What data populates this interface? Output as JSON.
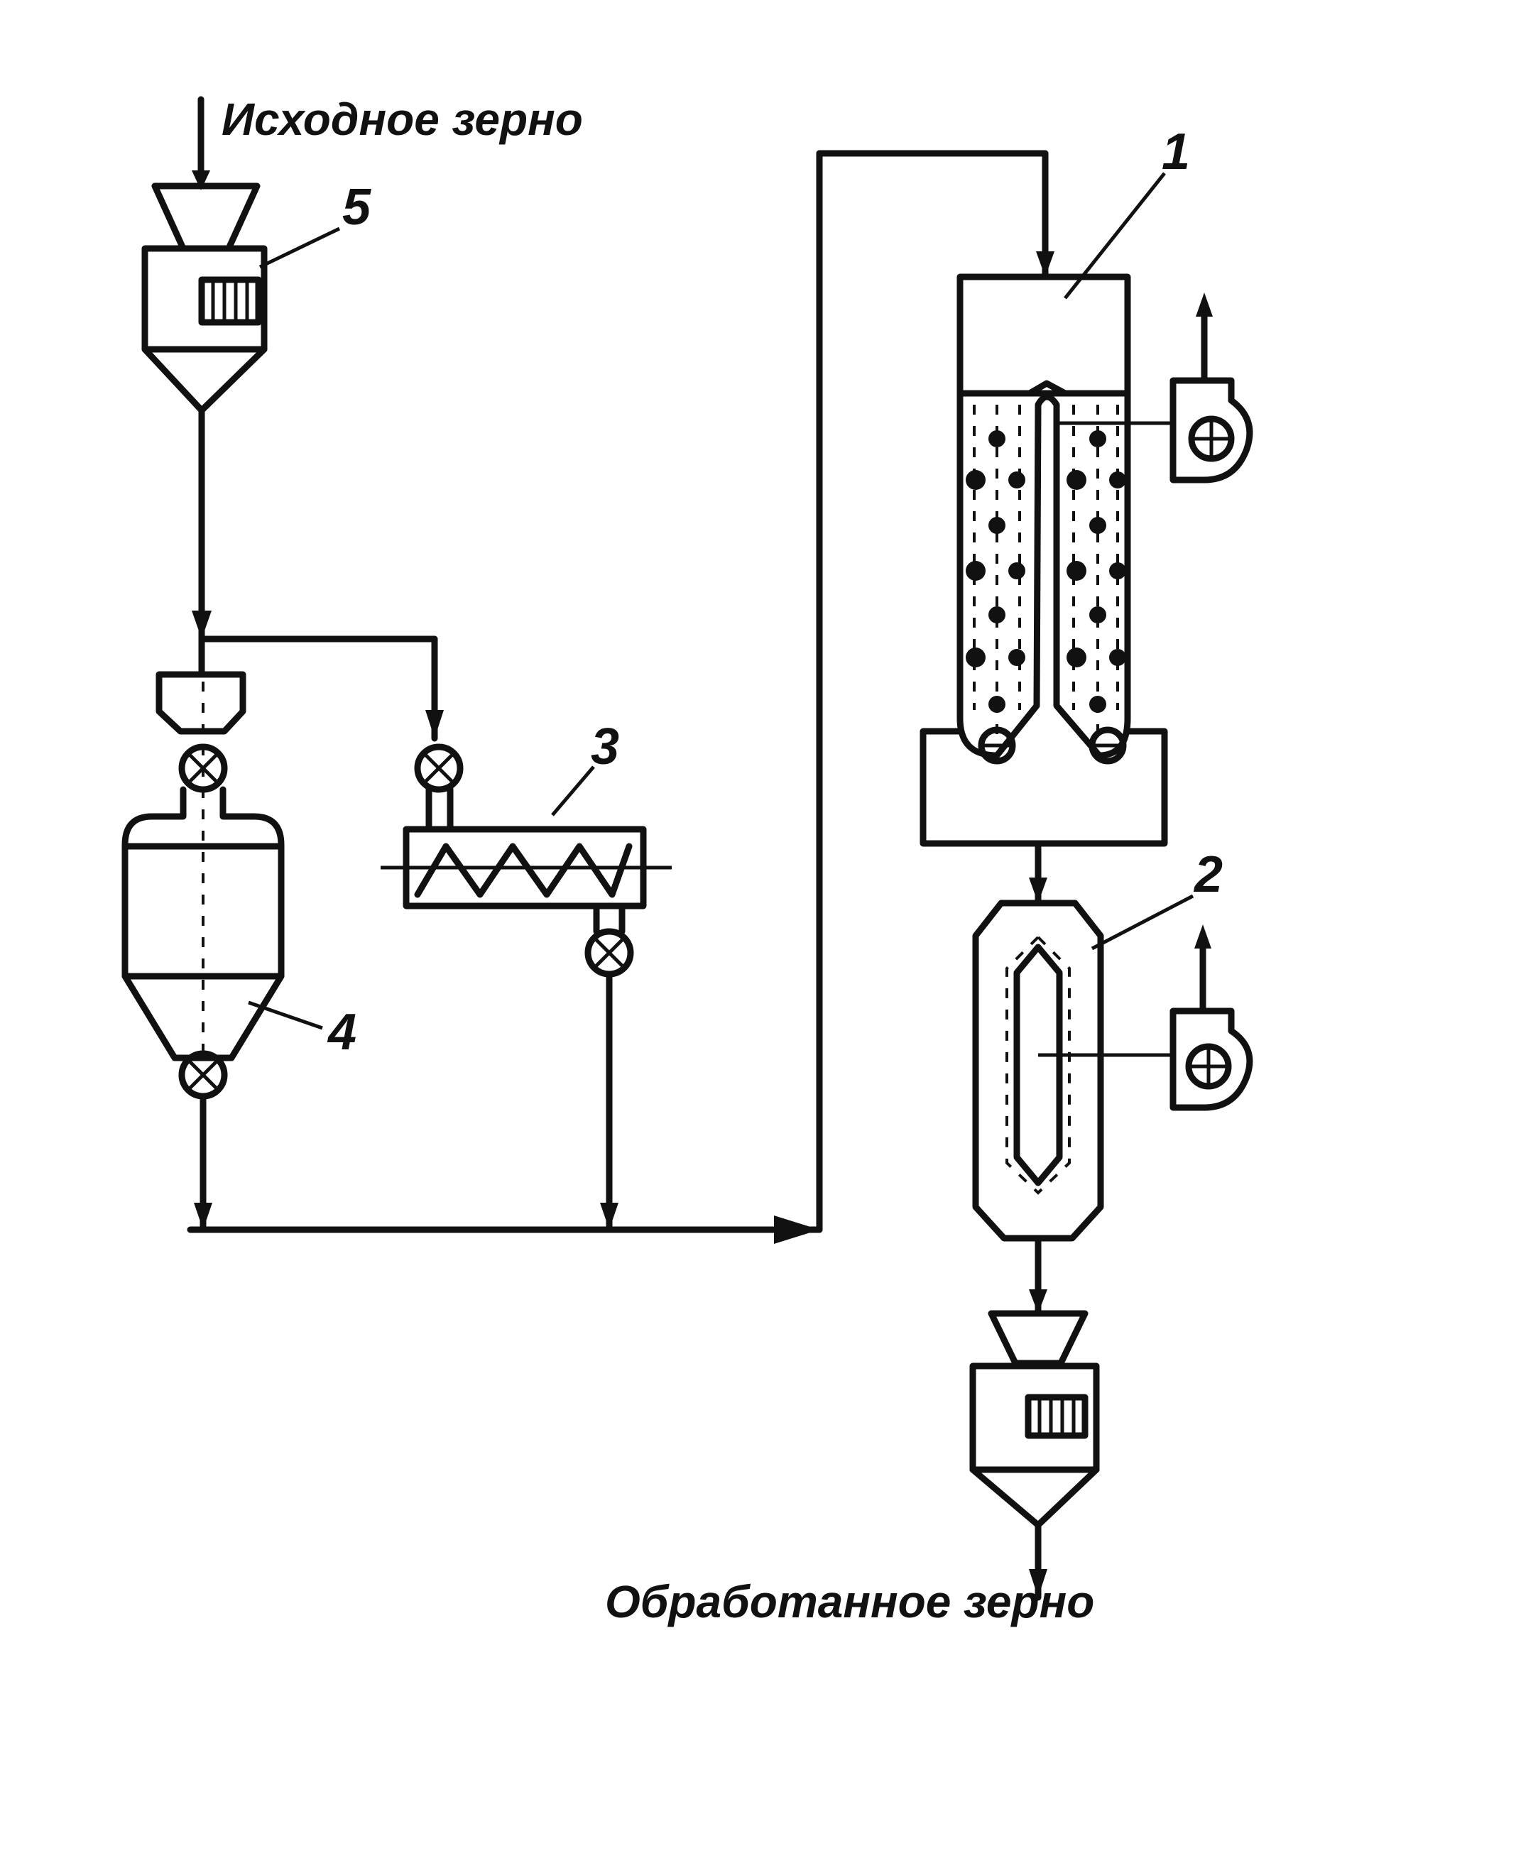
{
  "labels": {
    "input": "Исходное зерно",
    "output": "Обработанное зерно"
  },
  "callouts": {
    "n1": "1",
    "n2": "2",
    "n3": "3",
    "n4": "4",
    "n5": "5"
  }
}
